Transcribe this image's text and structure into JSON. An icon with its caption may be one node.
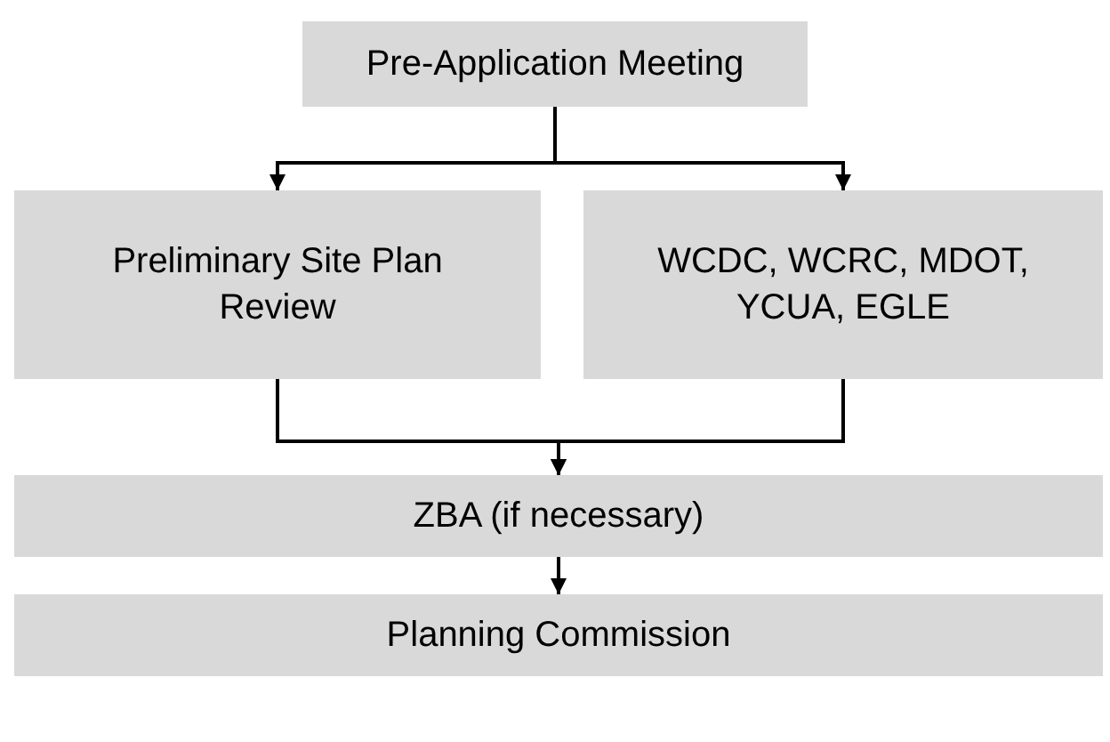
{
  "diagram": {
    "nodes": [
      {
        "text": [
          "Pre-Application Meeting"
        ]
      },
      {
        "text": [
          "Preliminary Site Plan Review"
        ]
      },
      {
        "text": [
          "WCDC, WCRC, MDOT, YCUA, EGLE"
        ]
      },
      {
        "text": [
          "ZBA (if necessary)"
        ]
      },
      {
        "text": [
          "Planning Commission"
        ]
      }
    ],
    "edges": [
      {
        "from": 0,
        "to": 1,
        "arrow": "to"
      },
      {
        "from": 0,
        "to": 2,
        "arrow": "to"
      },
      {
        "from": 1,
        "to": 3,
        "arrow": "to"
      },
      {
        "from": 2,
        "to": 3,
        "arrow": "to"
      },
      {
        "from": 3,
        "to": 4,
        "arrow": "to"
      }
    ]
  }
}
